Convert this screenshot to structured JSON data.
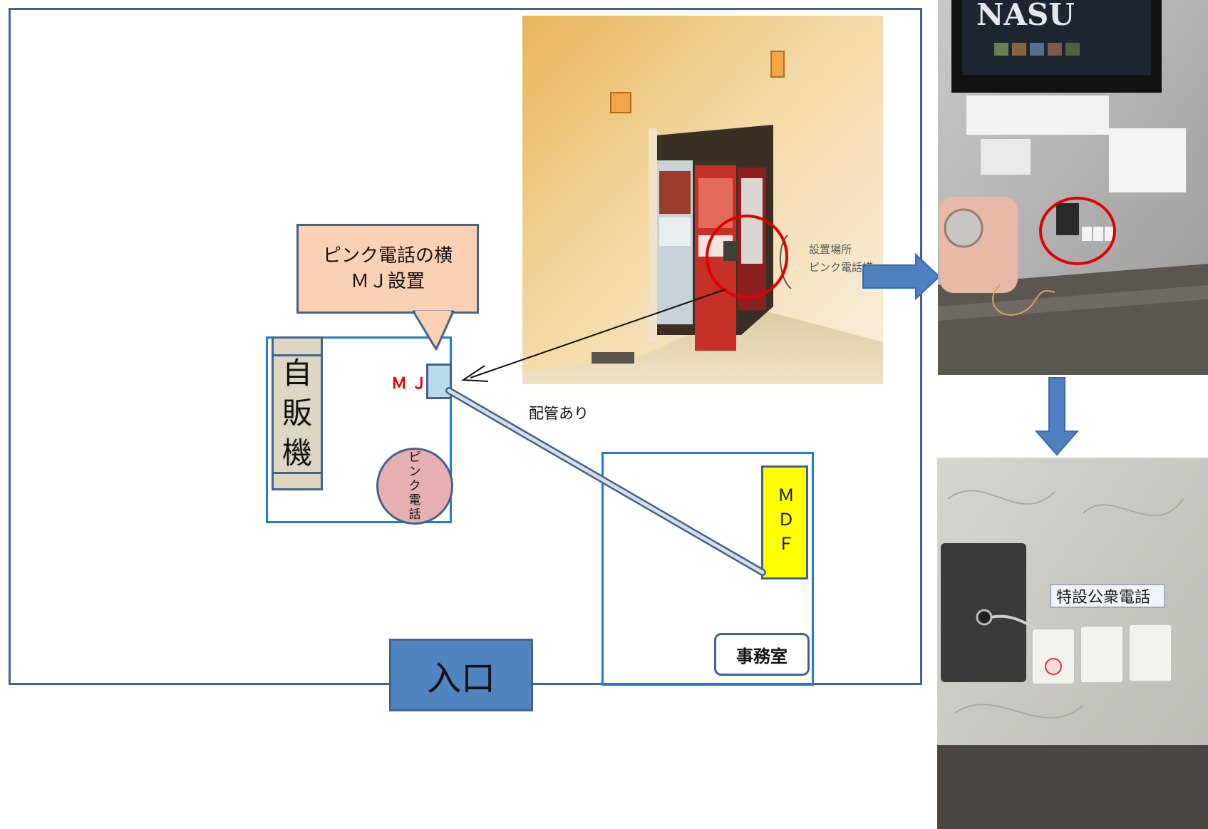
{
  "callout": {
    "line1": "ピンク電話の横",
    "line2": "ＭＪ設置"
  },
  "vending_machine": {
    "chars": [
      "自",
      "販",
      "機"
    ]
  },
  "mj": {
    "label": "ＭＪ"
  },
  "pink_phone": {
    "chars": [
      "ピ",
      "ン",
      "ク",
      "電",
      "話"
    ]
  },
  "pipe": {
    "label": "配管あり"
  },
  "mdf": {
    "label": "ＭＤＦ"
  },
  "office": {
    "label": "事務室"
  },
  "entrance": {
    "label": "入口"
  },
  "photos": {
    "handwritten_note": [
      "設置場所",
      "ピンク電話横"
    ],
    "phone_sign": "特設公衆電話",
    "poster_title": "NASU"
  },
  "colors": {
    "outline": "#44628f",
    "room_border": "#1e7fd1",
    "callout_fill": "#fbd0b3",
    "mdf_fill": "#ffff00",
    "entrance_fill": "#5283c1",
    "mj_label": "#e60000",
    "arrow_fill": "#4f7fbf",
    "highlight_circle": "#e00000"
  }
}
